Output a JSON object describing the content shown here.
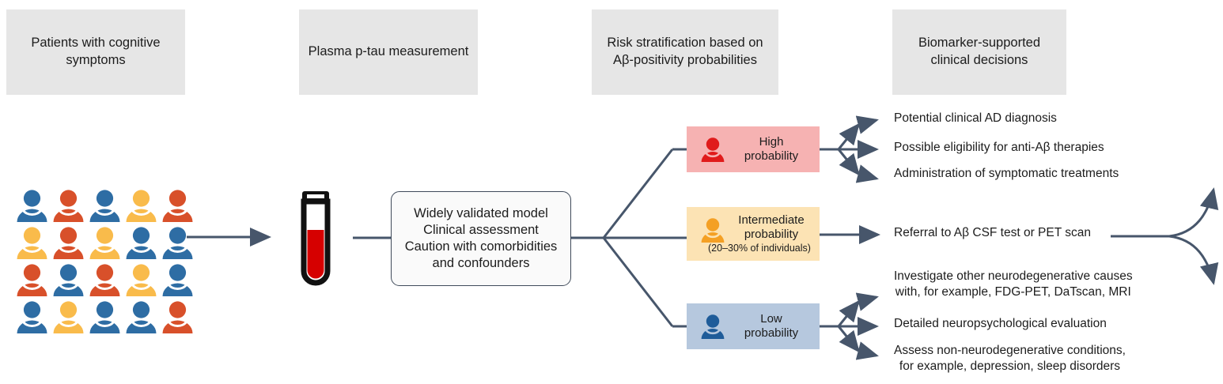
{
  "headers": [
    {
      "id": "patients",
      "label": "Patients with cognitive symptoms"
    },
    {
      "id": "plasma",
      "label": "Plasma p-tau measurement"
    },
    {
      "id": "risk",
      "label": "Risk stratification based on Aβ-positivity probabilities"
    },
    {
      "id": "decisions",
      "label": "Biomarker-supported clinical decisions"
    }
  ],
  "patient_grid": {
    "rows": 4,
    "cols": 5,
    "colors": {
      "blue": "#2e6da4",
      "orange": "#d8502a",
      "yellow": "#f9bb4b"
    },
    "cells": [
      [
        "blue",
        "orange",
        "blue",
        "yellow",
        "orange"
      ],
      [
        "yellow",
        "orange",
        "yellow",
        "blue",
        "blue"
      ],
      [
        "orange",
        "blue",
        "orange",
        "yellow",
        "blue"
      ],
      [
        "blue",
        "yellow",
        "blue",
        "blue",
        "orange"
      ]
    ]
  },
  "vial": {
    "icon": "blood-vial-icon",
    "fill_color": "#d60000",
    "outline_color": "#111111"
  },
  "model_box": {
    "lines": [
      "Widely validated model",
      "Clinical assessment",
      "Caution with comorbidities",
      "and confounders"
    ]
  },
  "risk_levels": [
    {
      "id": "high",
      "label": "High\nprobability",
      "sub": "",
      "icon": "person-icon",
      "icon_color": "#e01b1b",
      "bg": "#f6b2b2"
    },
    {
      "id": "intermediate",
      "label": "Intermediate\nprobability",
      "sub": "(20–30% of individuals)",
      "icon": "person-icon",
      "icon_color": "#f4a024",
      "bg": "#fce3b4"
    },
    {
      "id": "low",
      "label": "Low\nprobability",
      "sub": "",
      "icon": "person-icon",
      "icon_color": "#1f5c99",
      "bg": "#b6c8de"
    }
  ],
  "outcomes": {
    "high": [
      "Potential clinical AD diagnosis",
      "Possible eligibility for anti-Aβ therapies",
      "Administration of symptomatic treatments"
    ],
    "intermediate": [
      "Referral to Aβ CSF test or PET scan"
    ],
    "low": [
      "Investigate other neurodegenerative causes\nwith, for example, FDG-PET, DaTscan, MRI",
      "Detailed neuropsychological evaluation",
      "Assess non-neurodegenerative conditions,\nfor example, depression, sleep disorders"
    ]
  },
  "connector_color": "#47566b"
}
